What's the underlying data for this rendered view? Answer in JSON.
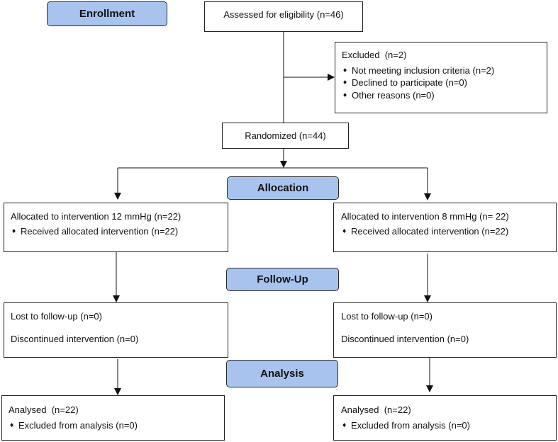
{
  "colors": {
    "phase_fill": "#a8c3ee",
    "border": "#222222",
    "text": "#111111"
  },
  "bullet": "♦",
  "bullet_icon": "diamond-bullet-icon",
  "phases": {
    "enrollment": "Enrollment",
    "allocation": "Allocation",
    "follow_up": "Follow-Up",
    "analysis": "Analysis"
  },
  "assessed": "Assessed for eligibility (n=46)",
  "excluded": {
    "title": "Excluded  (n=2)",
    "reasons": [
      "Not meeting inclusion criteria (n=2)",
      "Declined to participate (n=0)",
      "Other reasons (n=0)"
    ]
  },
  "randomized": "Randomized (n=44)",
  "arms": [
    {
      "allocated": "Allocated to intervention 12 mmHg (n=22)",
      "received": "Received allocated intervention (n=22)",
      "lost": "Lost to follow-up (n=0)",
      "discontinued": "Discontinued intervention (n=0)",
      "analysed": "Analysed  (n=22)",
      "excluded_analysis": "Excluded from analysis (n=0)"
    },
    {
      "allocated": "Allocated to intervention 8 mmHg (n= 22)",
      "received": "Received allocated intervention (n=22)",
      "lost": "Lost to follow-up (n=0)",
      "discontinued": "Discontinued intervention (n=0)",
      "analysed": "Analysed  (n=22)",
      "excluded_analysis": "Excluded from analysis (n=0)"
    }
  ]
}
